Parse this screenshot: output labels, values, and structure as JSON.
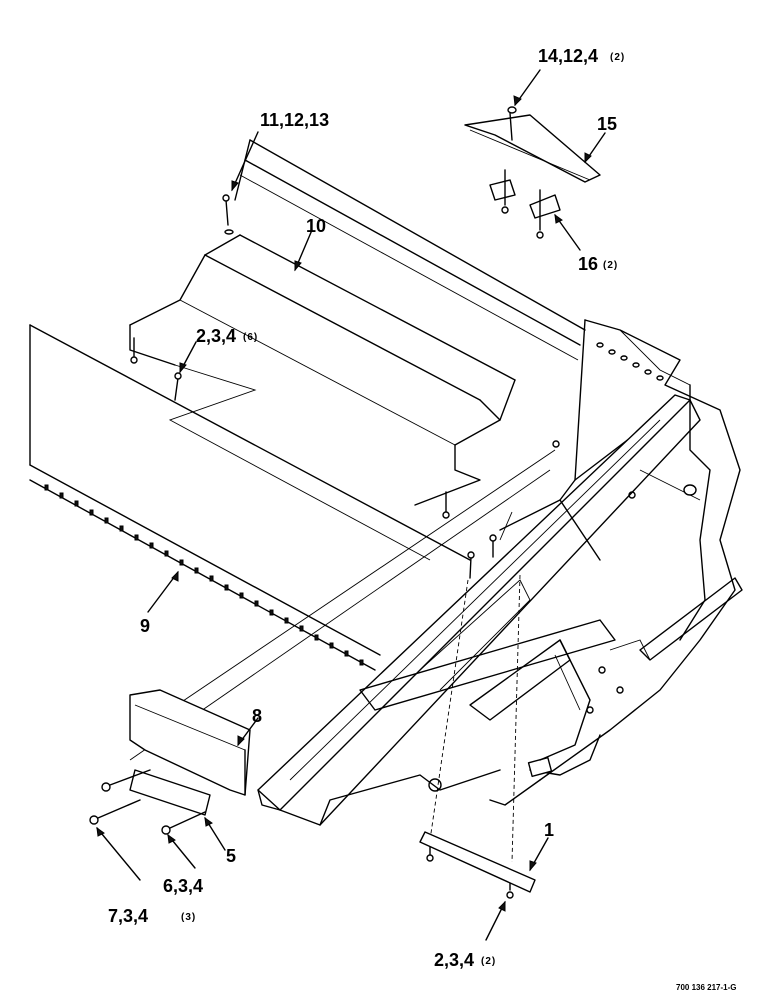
{
  "callouts": {
    "c1": {
      "text": "14,12,4",
      "qty": "(2)"
    },
    "c2": {
      "text": "15",
      "qty": ""
    },
    "c3": {
      "text": "11,12,13",
      "qty": ""
    },
    "c4": {
      "text": "10",
      "qty": ""
    },
    "c5": {
      "text": "16",
      "qty": "(2)"
    },
    "c6": {
      "text": "2,3,4",
      "qty": "(6)"
    },
    "c7": {
      "text": "9",
      "qty": ""
    },
    "c8": {
      "text": "8",
      "qty": ""
    },
    "c9": {
      "text": "1",
      "qty": ""
    },
    "c10": {
      "text": "5",
      "qty": ""
    },
    "c11": {
      "text": "6,3,4",
      "qty": ""
    },
    "c12": {
      "text": "7,3,4",
      "qty": "(3)"
    },
    "c13": {
      "text": "2,3,4",
      "qty": "(2)"
    }
  },
  "figure_id": "700 136 217-1-G"
}
